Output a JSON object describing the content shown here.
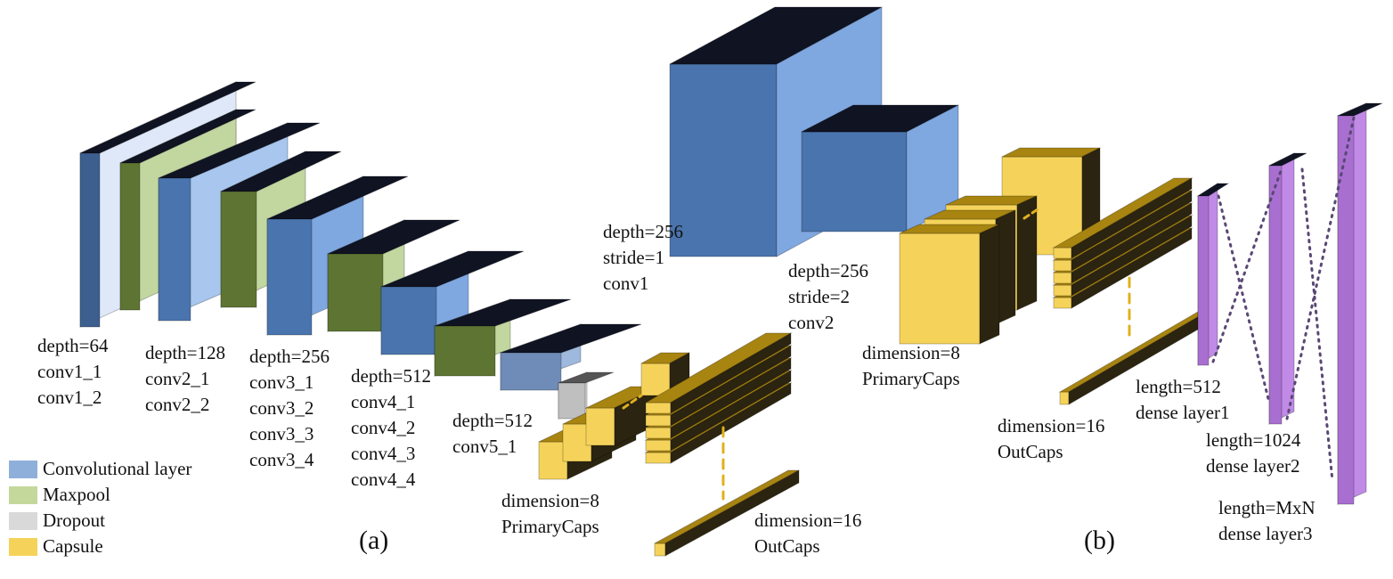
{
  "colors": {
    "convolutional": "#4a74ad",
    "convolutional_light": "#7fa7e0",
    "maxpool": "#5d7433",
    "maxpool_light": "#c2d6a0",
    "dropout": "#d6d6d6",
    "capsule": "#f5d35a",
    "capsule_dark": "#a88411",
    "dense": "#c08ae6",
    "top": "#0f1322",
    "dotted": "#5a4775",
    "legend_conv": "#8eafd9",
    "legend_maxpool": "#c4d89c",
    "legend_dropout": "#d9d9d9",
    "legend_capsule": "#f5d35a"
  },
  "panel_a": {
    "label": "(a)",
    "conv1": [
      "depth=64",
      "conv1_1",
      "conv1_2"
    ],
    "conv2": [
      "depth=128",
      "conv2_1",
      "conv2_2"
    ],
    "conv3": [
      "depth=256",
      "conv3_1",
      "conv3_2",
      "conv3_3",
      "conv3_4"
    ],
    "conv4": [
      "depth=512",
      "conv4_1",
      "conv4_2",
      "conv4_3",
      "conv4_4"
    ],
    "conv5": [
      "depth=512",
      "conv5_1"
    ],
    "primary": [
      "dimension=8",
      "PrimaryCaps"
    ],
    "out": [
      "dimension=16",
      "OutCaps"
    ]
  },
  "panel_b": {
    "label": "(b)",
    "conv1": [
      "depth=256",
      "stride=1",
      "conv1"
    ],
    "conv2": [
      "depth=256",
      "stride=2",
      "conv2"
    ],
    "primary": [
      "dimension=8",
      "PrimaryCaps"
    ],
    "out": [
      "dimension=16",
      "OutCaps"
    ],
    "dense1": [
      "length=512",
      "dense layer1"
    ],
    "dense2": [
      "length=1024",
      "dense layer2"
    ],
    "dense3": [
      "length=MxN",
      "dense layer3"
    ]
  },
  "legend": [
    {
      "label": "Convolutional layer",
      "color": "#8eafd9"
    },
    {
      "label": "Maxpool",
      "color": "#c4d89c"
    },
    {
      "label": "Dropout",
      "color": "#d9d9d9"
    },
    {
      "label": "Capsule",
      "color": "#f5d35a"
    }
  ]
}
